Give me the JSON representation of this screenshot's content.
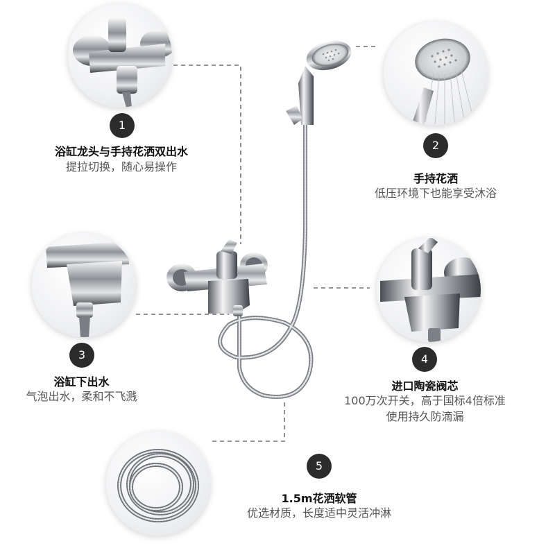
{
  "features": [
    {
      "number": "1",
      "title": "浴缸龙头与手持花洒双出水",
      "desc": [
        "提拉切换，随心易操作"
      ]
    },
    {
      "number": "2",
      "title": "手持花洒",
      "desc": [
        "低压环境下也能享受沐浴"
      ]
    },
    {
      "number": "3",
      "title": "浴缸下出水",
      "desc": [
        "气泡出水，柔和不飞溅"
      ]
    },
    {
      "number": "4",
      "title": "进口陶瓷阀芯",
      "desc": [
        "100万次开关，高于国标4倍标准",
        "使用持久防滴漏"
      ]
    },
    {
      "number": "5",
      "title": "1.5m花洒软管",
      "desc": [
        "优选材质，长度适中灵活冲淋"
      ]
    }
  ],
  "icons": [
    "faucet-detail-image",
    "shower-head-spray-image",
    "spout-detail-image",
    "valve-detail-image",
    "hose-coil-image"
  ]
}
